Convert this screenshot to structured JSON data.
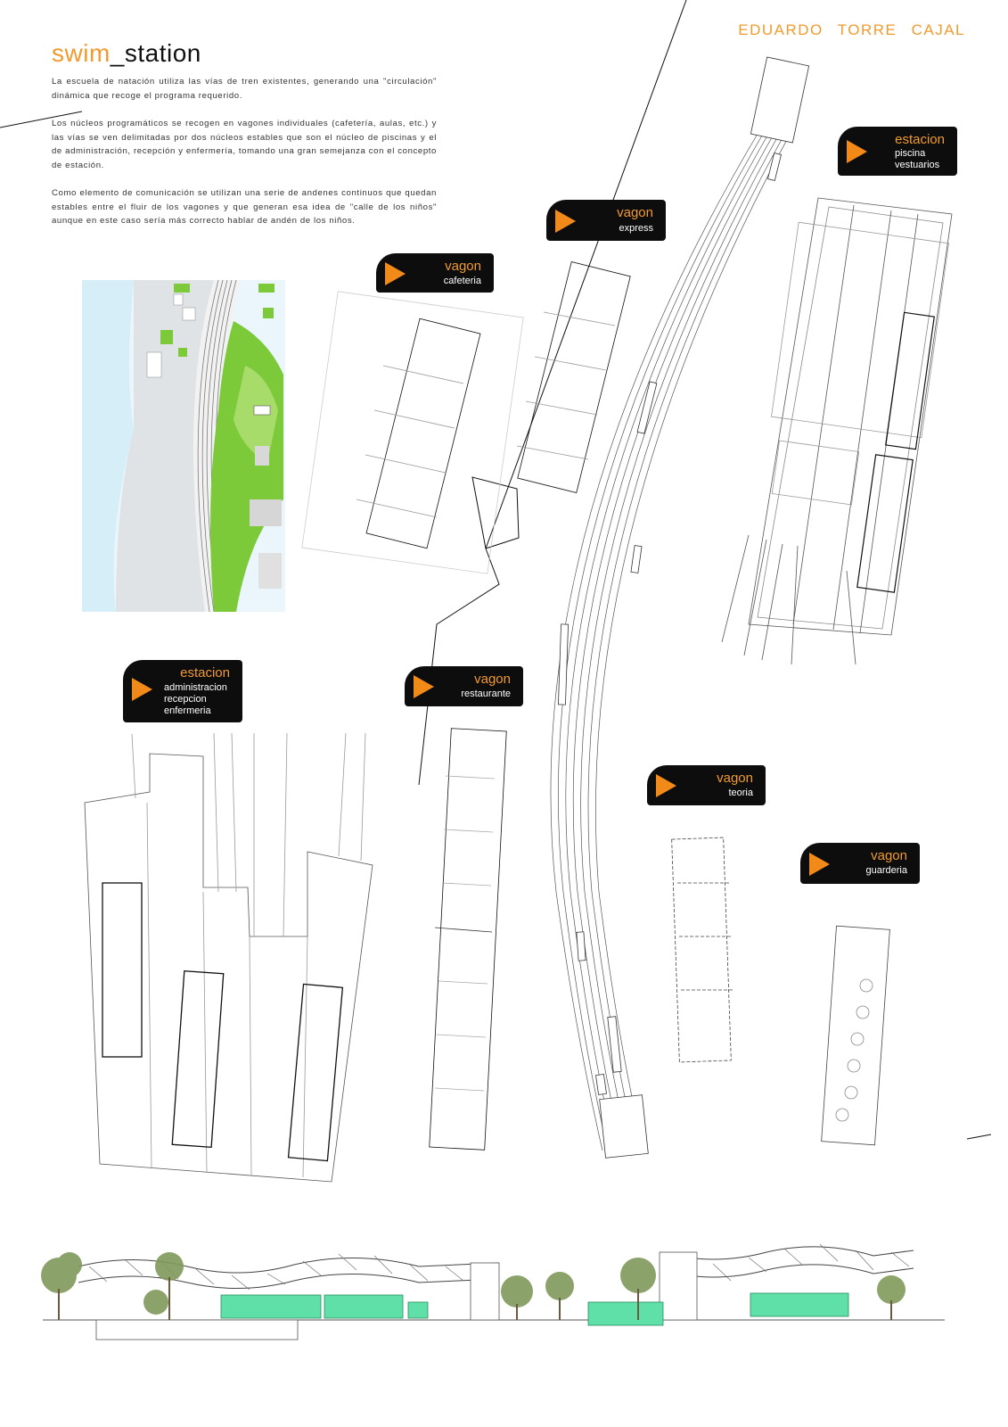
{
  "author": "EDUARDO TORRE CAJAL",
  "title": {
    "part1": "swim",
    "part2": "_station"
  },
  "paragraphs": [
    "La escuela de natación utiliza las vías de tren existentes, generando una \"circulación\" dinámica que recoge el programa requerido.",
    "Los núcleos programáticos se recogen en vagones individuales (cafetería, aulas, etc.) y las vías se ven delimitadas por dos núcleos estables que son el núcleo de piscinas y el de administración, recepción y enfermería, tomando una gran semejanza con el concepto de estación.",
    "Como elemento de comunicación se utilizan una serie de andenes continuos que quedan estables entre el fluir de los vagones y que generan esa idea de \"calle de los niños\" aunque en este caso sería más correcto hablar de andén de los niños."
  ],
  "labels": {
    "piscina": {
      "title": "estacion",
      "sub": [
        "piscina",
        "vestuarios"
      ]
    },
    "express": {
      "title": "vagon",
      "sub": [
        "express"
      ]
    },
    "cafeteria": {
      "title": "vagon",
      "sub": [
        "cafeteria"
      ]
    },
    "admin": {
      "title": "estacion",
      "sub": [
        "administracion",
        "recepcion",
        "enfermeria"
      ]
    },
    "restaurante": {
      "title": "vagon",
      "sub": [
        "restaurante"
      ]
    },
    "teoria": {
      "title": "vagon",
      "sub": [
        "teoria"
      ]
    },
    "guarderia": {
      "title": "vagon",
      "sub": [
        "guarderia"
      ]
    }
  },
  "colors": {
    "accent": "#f29a2e",
    "label_bg": "#0d0d0d",
    "map_green": "#7cc93a",
    "map_water": "#d6eef7",
    "wagon_green": "#5fe0a8"
  },
  "icons": [
    "play-icon"
  ]
}
